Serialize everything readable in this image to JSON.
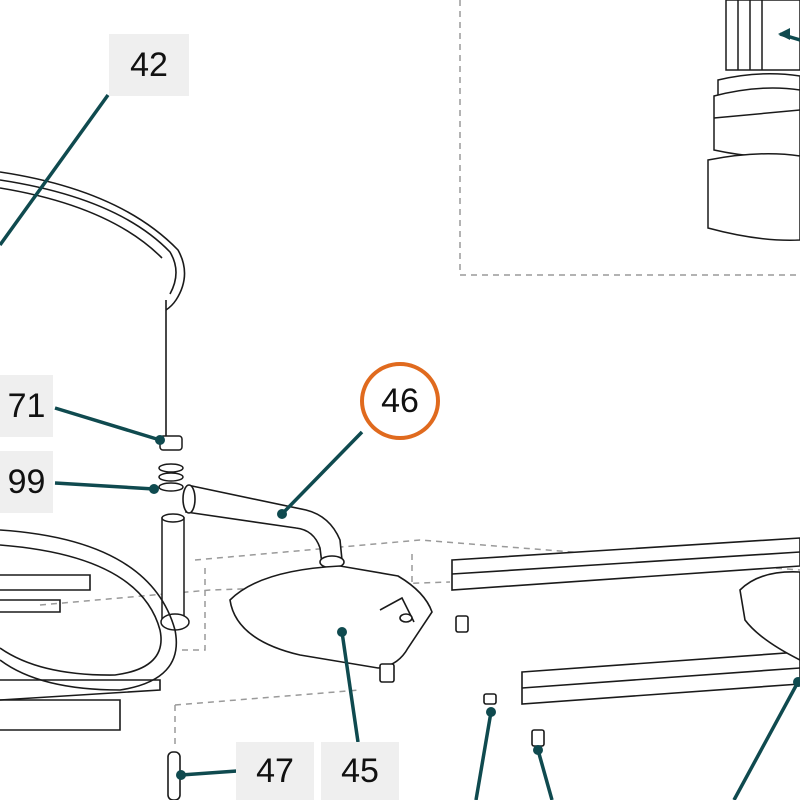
{
  "diagram": {
    "leader_color": "#0f4a4f",
    "highlight_color": "#e06a1e",
    "line_color": "#1a1a1a",
    "dash_color": "#9a9a9a"
  },
  "callouts": [
    {
      "id": "42",
      "label": "42",
      "highlighted": false
    },
    {
      "id": "71",
      "label": "71",
      "highlighted": false
    },
    {
      "id": "99",
      "label": "99",
      "highlighted": false
    },
    {
      "id": "46",
      "label": "46",
      "highlighted": true
    },
    {
      "id": "47",
      "label": "47",
      "highlighted": false
    },
    {
      "id": "45",
      "label": "45",
      "highlighted": false
    }
  ]
}
